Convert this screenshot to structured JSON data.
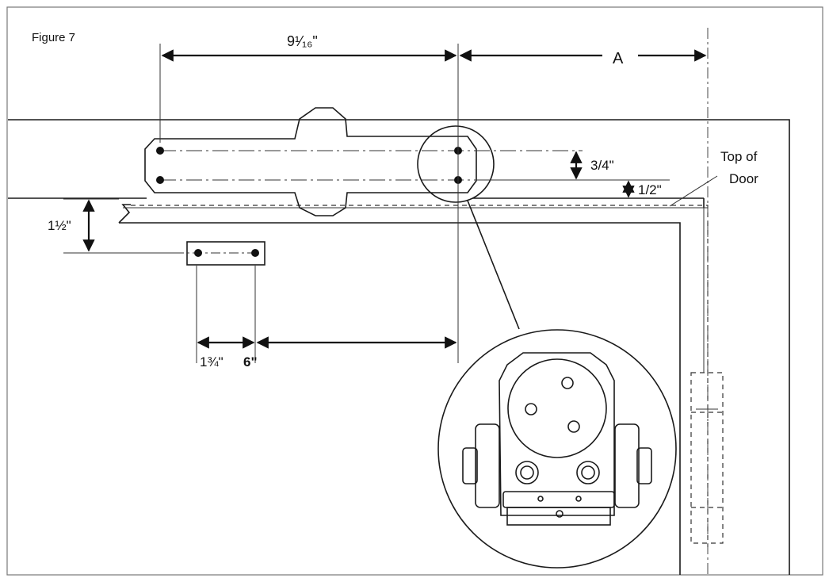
{
  "figure": {
    "title": "Figure 7",
    "dim_top_width": "9¹⁄₁₆\"",
    "dim_a": "A",
    "dim_three_quarter": "3/4\"",
    "dim_half": "1/2\"",
    "top_of_door_line1": "Top of",
    "top_of_door_line2": "Door",
    "dim_one_half": "1½\"",
    "dim_one_three_quarter": "1¾\"",
    "dim_six": "6\""
  }
}
